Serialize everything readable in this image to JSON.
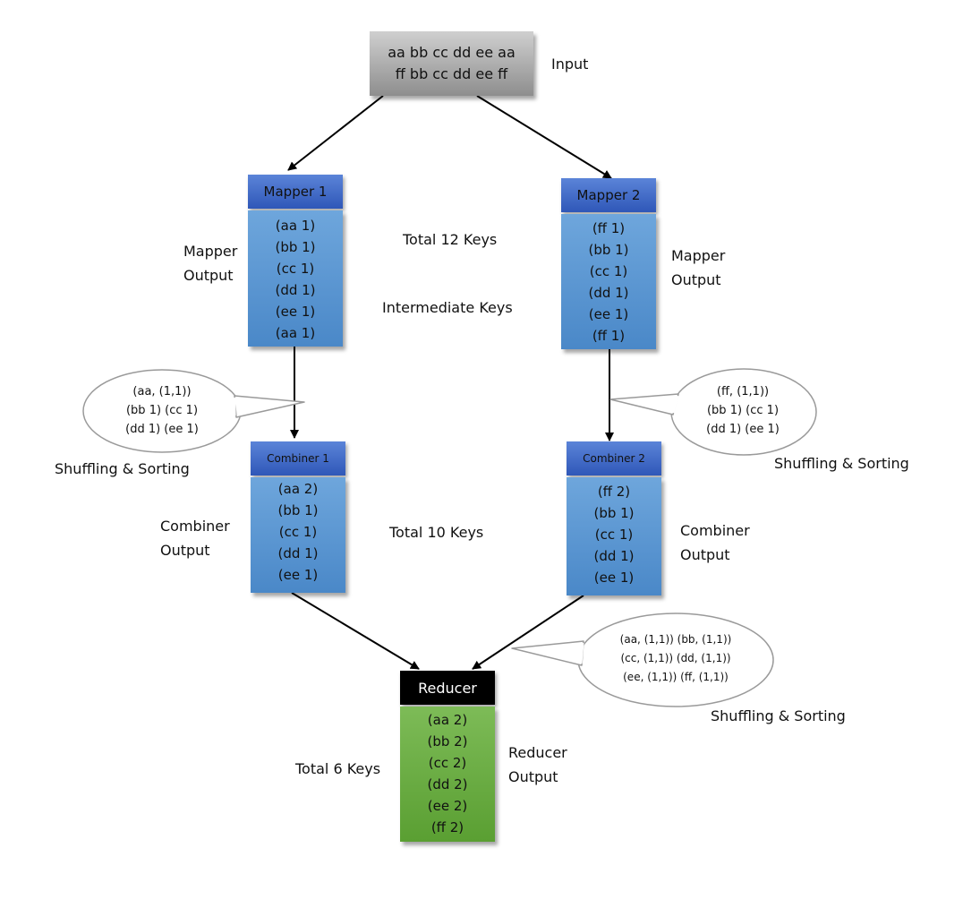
{
  "input": {
    "lines": [
      "aa bb cc dd ee aa",
      "ff bb cc dd ee ff"
    ],
    "label": "Input"
  },
  "mapper1": {
    "title": "Mapper 1",
    "items": [
      "(aa 1)",
      "(bb 1)",
      "(cc 1)",
      "(dd 1)",
      "(ee 1)",
      "(aa 1)"
    ],
    "output_label": [
      "Mapper",
      "Output"
    ]
  },
  "mapper2": {
    "title": "Mapper 2",
    "items": [
      "(ff 1)",
      "(bb 1)",
      "(cc 1)",
      "(dd 1)",
      "(ee 1)",
      "(ff 1)"
    ],
    "output_label": [
      "Mapper",
      "Output"
    ]
  },
  "annotations": {
    "total12": "Total 12 Keys",
    "intermediate": "Intermediate Keys",
    "total10": "Total 10 Keys",
    "total6": "Total 6 Keys"
  },
  "callout1": {
    "lines": [
      "(aa, (1,1))",
      "(bb 1) (cc 1)",
      "(dd 1) (ee 1)"
    ],
    "caption": "Shuffling & Sorting"
  },
  "callout2": {
    "lines": [
      "(ff, (1,1))",
      "(bb 1) (cc 1)",
      "(dd 1) (ee 1)"
    ],
    "caption": "Shuffling & Sorting"
  },
  "callout3": {
    "lines": [
      "(aa, (1,1)) (bb, (1,1))",
      "(cc, (1,1)) (dd, (1,1))",
      "(ee, (1,1)) (ff, (1,1))"
    ],
    "caption": "Shuffling & Sorting"
  },
  "combiner1": {
    "title": "Combiner 1",
    "items": [
      "(aa 2)",
      "(bb 1)",
      "(cc 1)",
      "(dd 1)",
      "(ee 1)"
    ],
    "output_label": [
      "Combiner",
      "Output"
    ]
  },
  "combiner2": {
    "title": "Combiner 2",
    "items": [
      "(ff 2)",
      "(bb 1)",
      "(cc 1)",
      "(dd 1)",
      "(ee 1)"
    ],
    "output_label": [
      "Combiner",
      "Output"
    ]
  },
  "reducer": {
    "title": "Reducer",
    "items": [
      "(aa 2)",
      "(bb 2)",
      "(cc 2)",
      "(dd 2)",
      "(ee 2)",
      "(ff 2)"
    ],
    "output_label": [
      "Reducer",
      "Output"
    ]
  },
  "colors": {
    "input_top": "#cfcfcf",
    "input_bottom": "#8e8e8e",
    "header_blue": "#3a62c2",
    "body_blue": "#5b97d2",
    "body_green": "#6aad42",
    "reducer_header": "#000000"
  }
}
